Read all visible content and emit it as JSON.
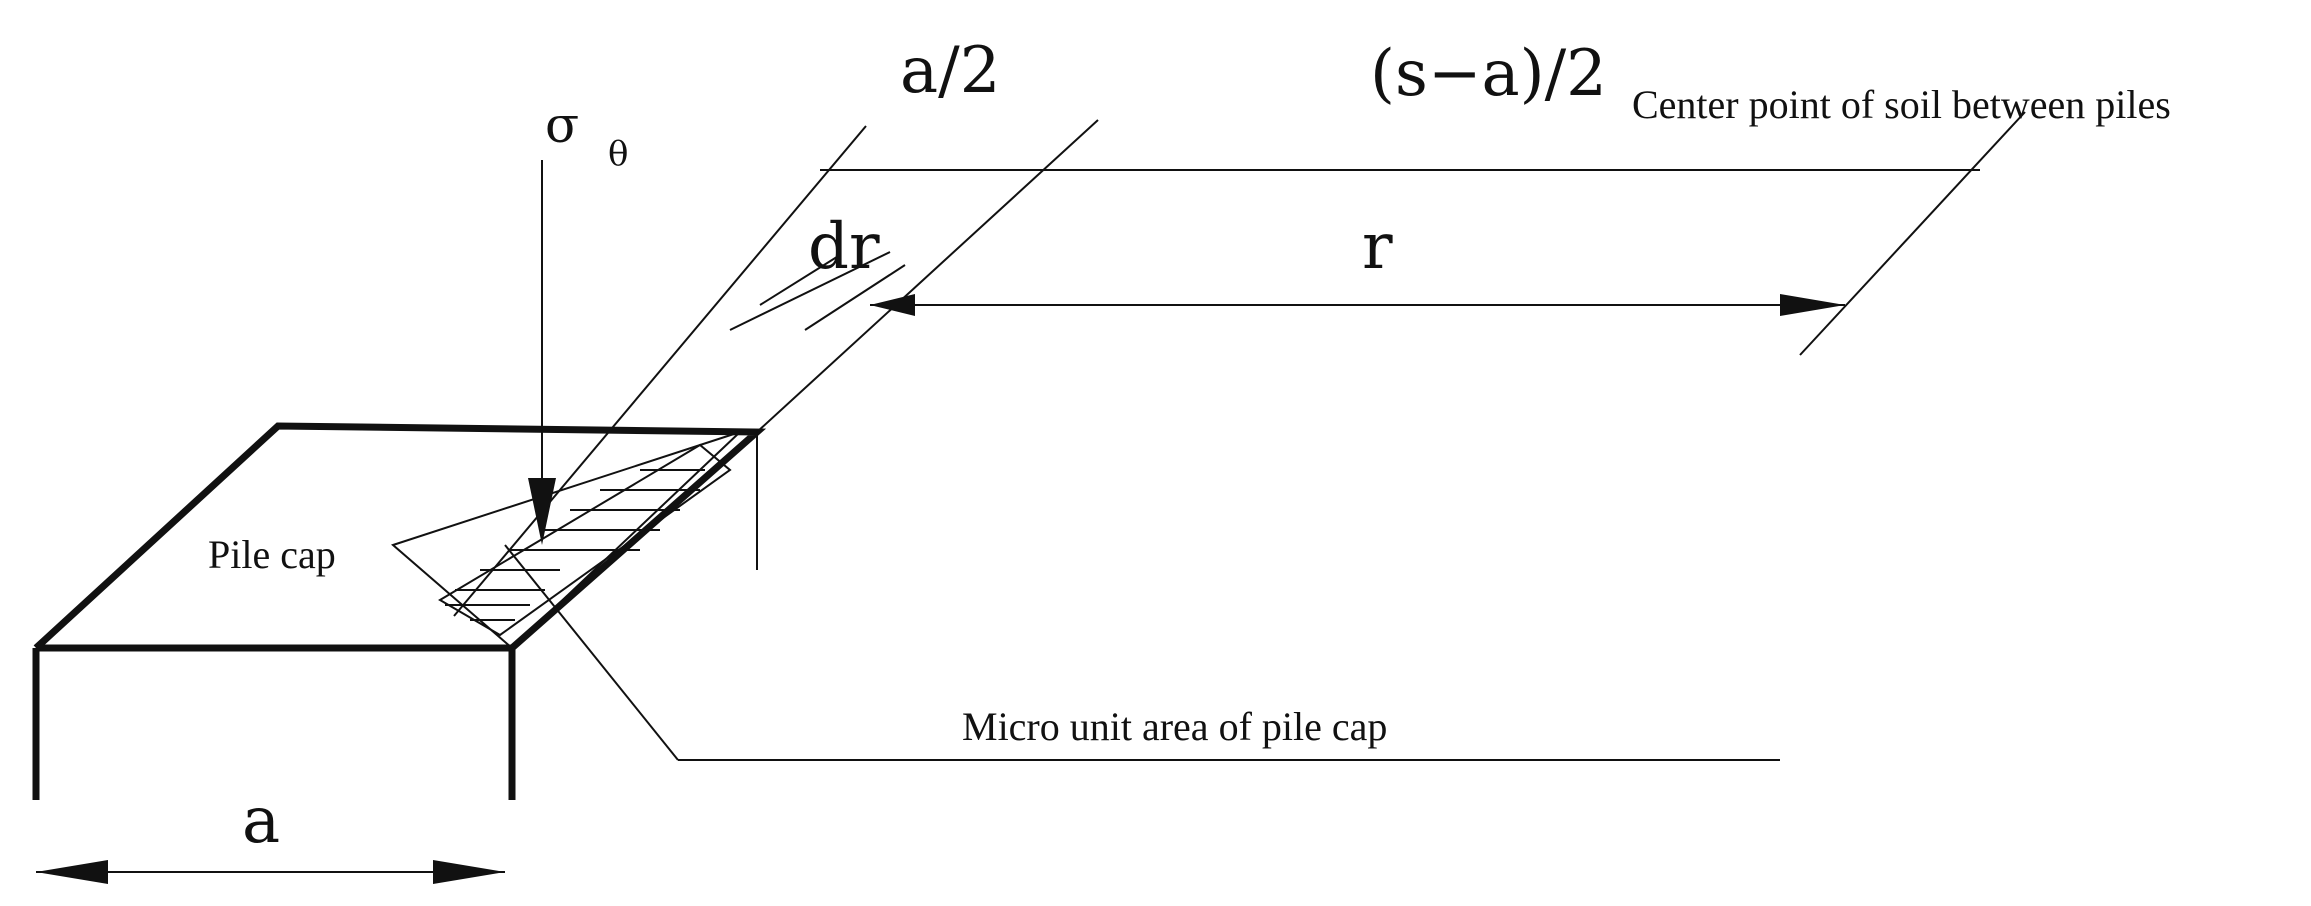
{
  "labels": {
    "half_a": "a/2",
    "half_gap": "(s−a)/2",
    "center_point": "Center point of soil between piles",
    "sigma": "σ",
    "theta": "θ",
    "dr": "dr",
    "r": "r",
    "pile_cap": "Pile cap",
    "micro_unit": "Micro unit area of pile cap",
    "a": "a"
  }
}
